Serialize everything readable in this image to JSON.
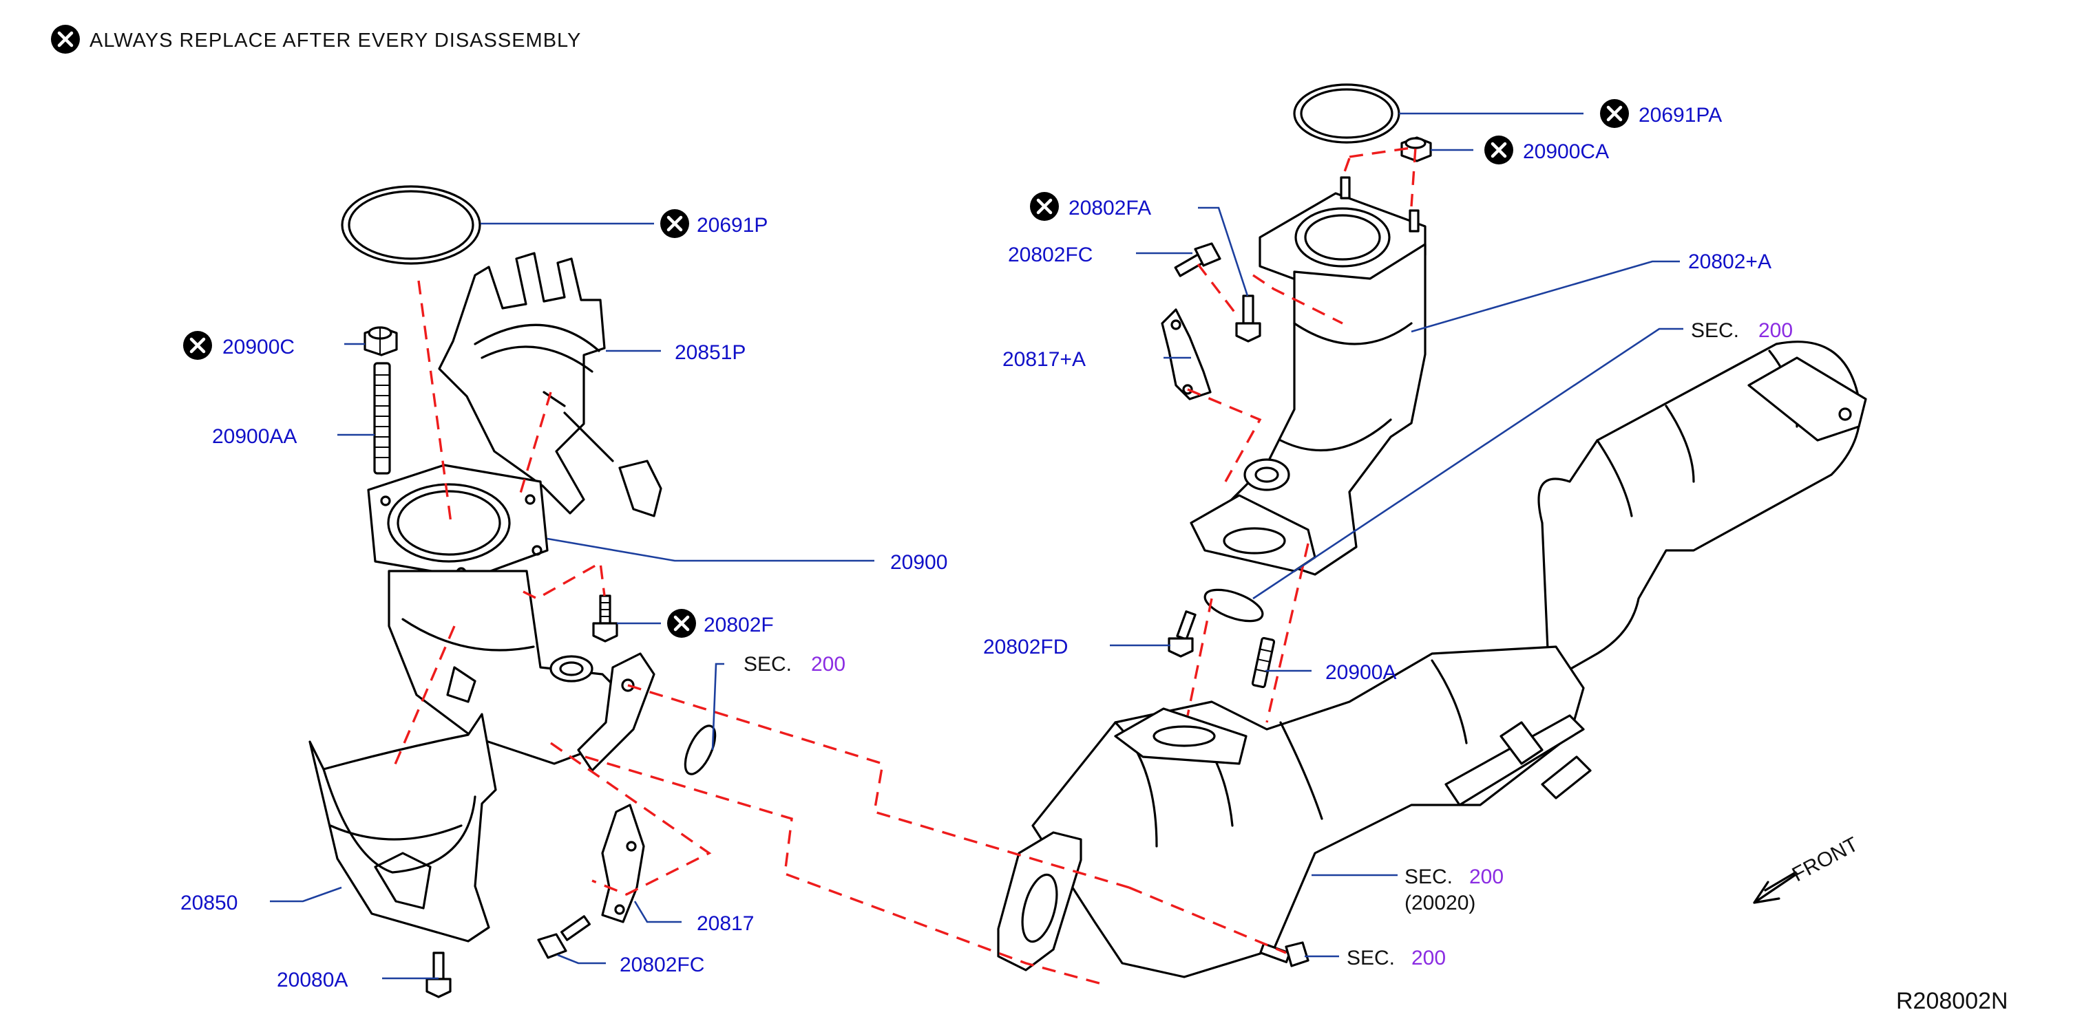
{
  "notice": {
    "text": "ALWAYS   REPLACE   AFTER   EVERY   DISASSEMBLY",
    "icon": "x-circle-icon"
  },
  "diagram_id": "R208002N",
  "parts": {
    "p20691P": "20691P",
    "p20900C": "20900C",
    "p20851P": "20851P",
    "p20900AA": "20900AA",
    "p20900": "20900",
    "p20802F": "20802F",
    "p20850": "20850",
    "p20817": "20817",
    "p20802FC_left": "20802FC",
    "p20080A": "20080A",
    "p20691PA": "20691PA",
    "p20900CA": "20900CA",
    "p20802FA": "20802FA",
    "p20802FC_right": "20802FC",
    "p20802_A": "20802+A",
    "p20817_A": "20817+A",
    "p20802FD": "20802FD",
    "p20900A": "20900A"
  },
  "sections": {
    "sec_left": {
      "prefix": "SEC.",
      "number": "200"
    },
    "sec_top_right": {
      "prefix": "SEC.",
      "number": "200"
    },
    "sec_center": {
      "prefix": "SEC.",
      "number": "200",
      "sub": "(20020)"
    },
    "sec_bottom": {
      "prefix": "SEC.",
      "number": "200"
    }
  },
  "front_label": "FRONT",
  "colors": {
    "part_number": "#1010c8",
    "section_number": "#8a2be2",
    "leader": "#1c3f9e",
    "dashed_guide": "#ee1c1c"
  }
}
